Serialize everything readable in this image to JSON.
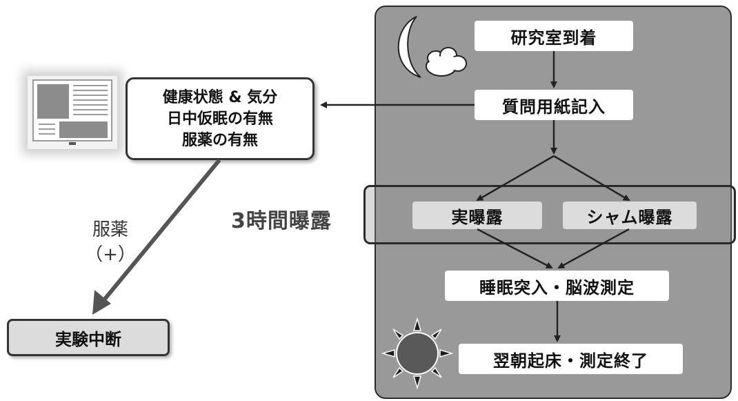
{
  "steps": {
    "arrive": "研究室到着",
    "questionnaire": "質問用紙記入",
    "real_exposure": "実曝露",
    "sham_exposure": "シャム曝露",
    "sleep_eeg": "睡眠突入・脳波測定",
    "wake_end": "翌朝起床・測定終了"
  },
  "exposure_band": {
    "label": "3時間曝露"
  },
  "questionnaire_items": {
    "line1": "健康状態 & 気分",
    "line2": "日中仮眠の有無",
    "line3": "服薬の有無"
  },
  "medication": {
    "line1": "服薬",
    "line2": "（+）"
  },
  "stop": {
    "label": "実験中断"
  },
  "icons": {
    "night": "moon-cloud-icon",
    "morning": "sun-icon",
    "form": "questionnaire-monitor-icon"
  },
  "colors": {
    "panel": "#999999",
    "node_white": "#ffffff",
    "node_gray": "#dcdcdc",
    "arrow": "#222222",
    "thick_arrow": "#555555"
  }
}
